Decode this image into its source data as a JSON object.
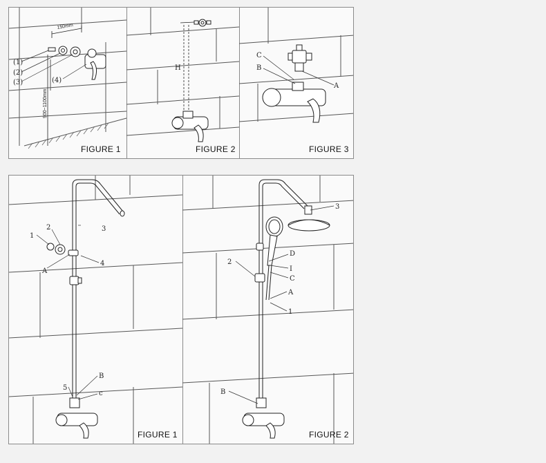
{
  "top_panel": {
    "figures": [
      {
        "caption": "FIGURE 1",
        "callouts": [
          "(1)",
          "(2)",
          "(3)",
          "(4)"
        ],
        "dimension_spacing": "150mm",
        "dimension_height": "900~1100mm"
      },
      {
        "caption": "FIGURE 2",
        "callouts": [
          "H"
        ]
      },
      {
        "caption": "FIGURE 3",
        "callouts": [
          "C",
          "B",
          "A"
        ]
      }
    ]
  },
  "bottom_panel": {
    "figures": [
      {
        "caption": "FIGURE 1",
        "callouts": [
          "1",
          "2",
          "3",
          "A",
          "4",
          "B",
          "5",
          "c"
        ]
      },
      {
        "caption": "FIGURE 2",
        "callouts": [
          "3",
          "D",
          "2",
          "I",
          "C",
          "A",
          "1",
          "B"
        ]
      }
    ]
  }
}
